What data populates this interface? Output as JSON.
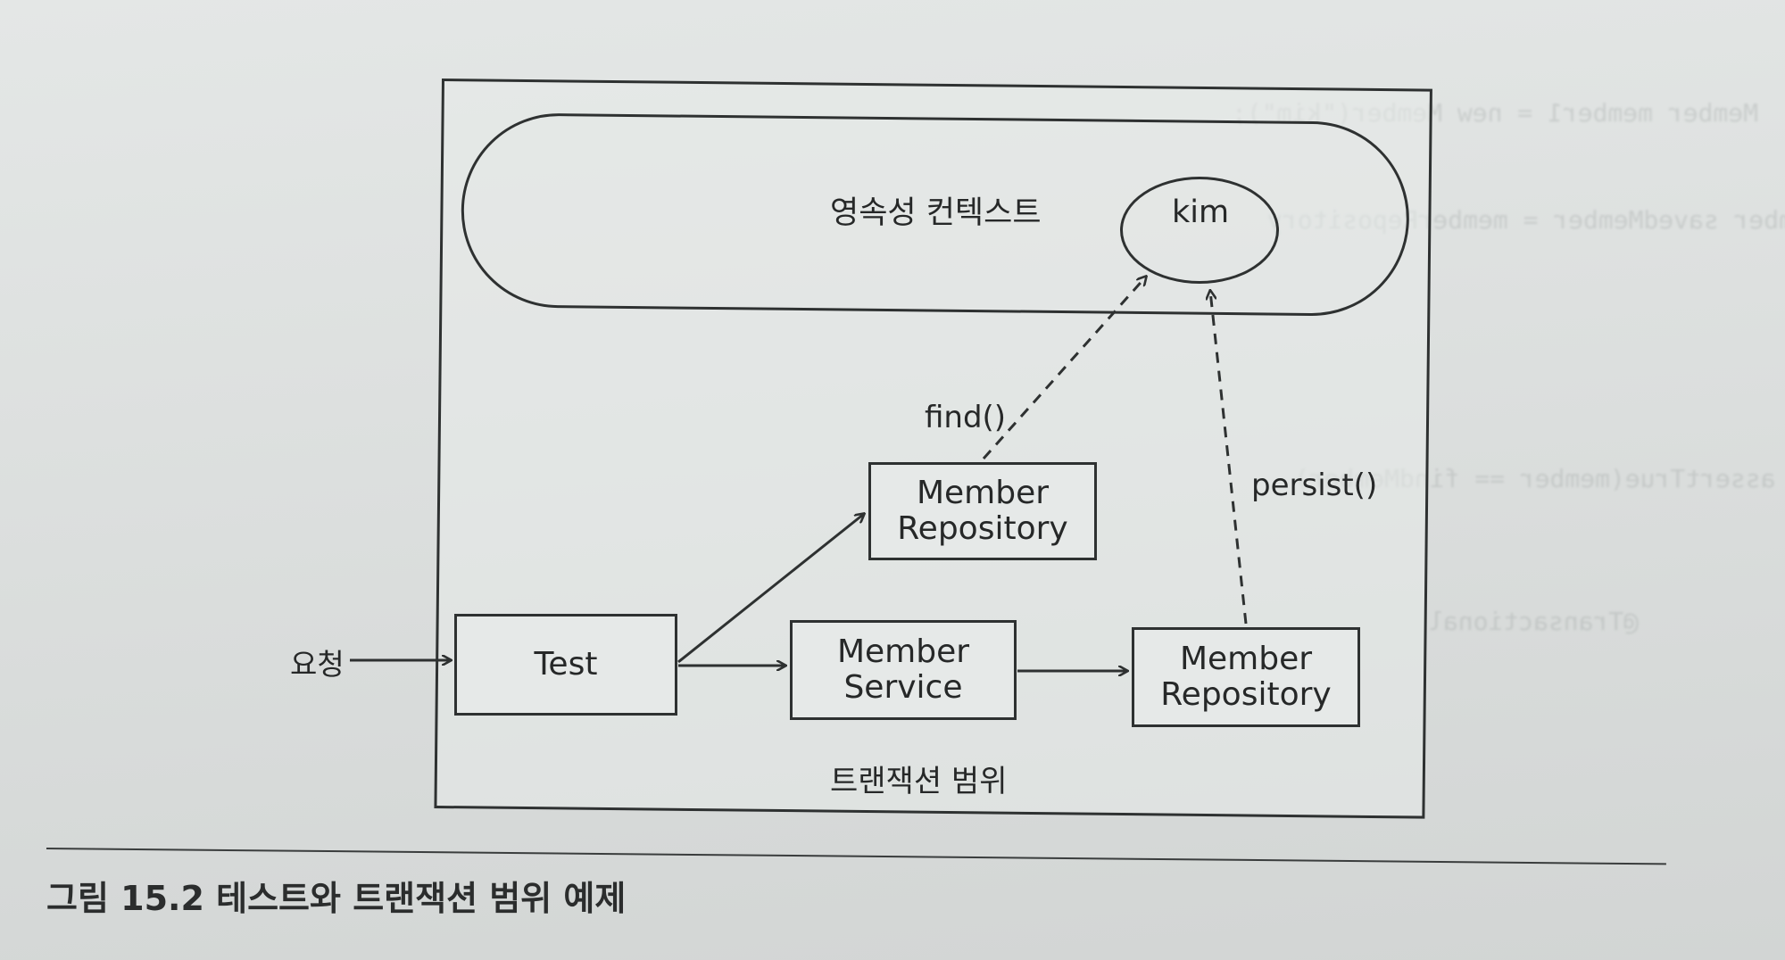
{
  "diagram": {
    "persistence_context_label": "영속성 컨텍스트",
    "entity_label": "kim",
    "transaction_scope_label": "트랜잭션 범위",
    "request_label": "요청",
    "test_box": "Test",
    "member_service_box": "Member\nService",
    "member_repository_box_top": "Member\nRepository",
    "member_repository_box_right": "Member\nRepository",
    "find_label": "find()",
    "persist_label": "persist()"
  },
  "caption": {
    "text": "그림 15.2 테스트와 트랜잭션 범위 예제"
  },
  "colors": {
    "ink": "#2e3131",
    "paper": "#e4e7e6"
  }
}
